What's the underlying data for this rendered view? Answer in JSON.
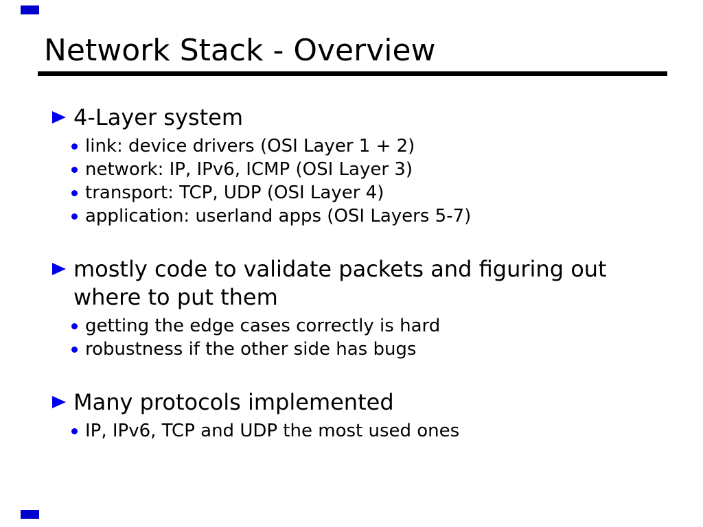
{
  "slide": {
    "title": "Network Stack - Overview",
    "accent_color": "#0000ee",
    "corner_bar_color": "#0000cc",
    "underline_color": "#000000",
    "sections": [
      {
        "heading": "4-Layer system",
        "items": [
          "link: device drivers (OSI Layer 1 + 2)",
          "network: IP, IPv6, ICMP (OSI Layer 3)",
          "transport: TCP, UDP (OSI Layer 4)",
          "application: userland apps (OSI Layers 5-7)"
        ]
      },
      {
        "heading_lines": [
          "mostly code to validate packets and figuring out",
          "where to put them"
        ],
        "items": [
          "getting the edge cases correctly is hard",
          "robustness if the other side has bugs"
        ]
      },
      {
        "heading": "Many protocols implemented",
        "items": [
          "IP, IPv6, TCP and UDP the most used ones"
        ]
      }
    ]
  }
}
